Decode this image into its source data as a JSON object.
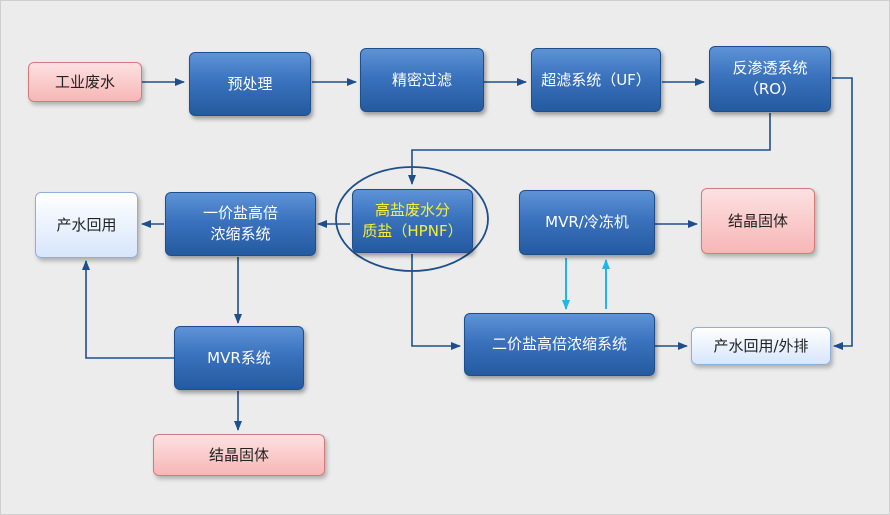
{
  "nodes": {
    "industrial_wastewater": "工业废水",
    "pretreatment": "预处理",
    "precision_filtration": "精密过滤",
    "ultrafiltration": "超滤系统（UF）",
    "reverse_osmosis": "反渗透系统\n（RO）",
    "hpnf": "高盐废水分\n质盐（HPNF）",
    "monovalent_concentration": "一价盐高倍\n浓缩系统",
    "water_reuse_left": "产水回用",
    "mvr_system": "MVR系统",
    "crystal_solid_bottom": "结晶固体",
    "mvr_freezer": "MVR/冷冻机",
    "crystal_solid_right": "结晶固体",
    "divalent_concentration": "二价盐高倍浓缩系统",
    "water_reuse_discharge": "产水回用/外排"
  },
  "colors": {
    "process_blue": "#3a72bd",
    "highlight_text": "#f4f03c",
    "arrow_dark": "#1f4e8c",
    "arrow_cyan": "#22b5e8",
    "input_pink": "#f7b6b6",
    "output_light_blue": "#d7e6fb"
  }
}
